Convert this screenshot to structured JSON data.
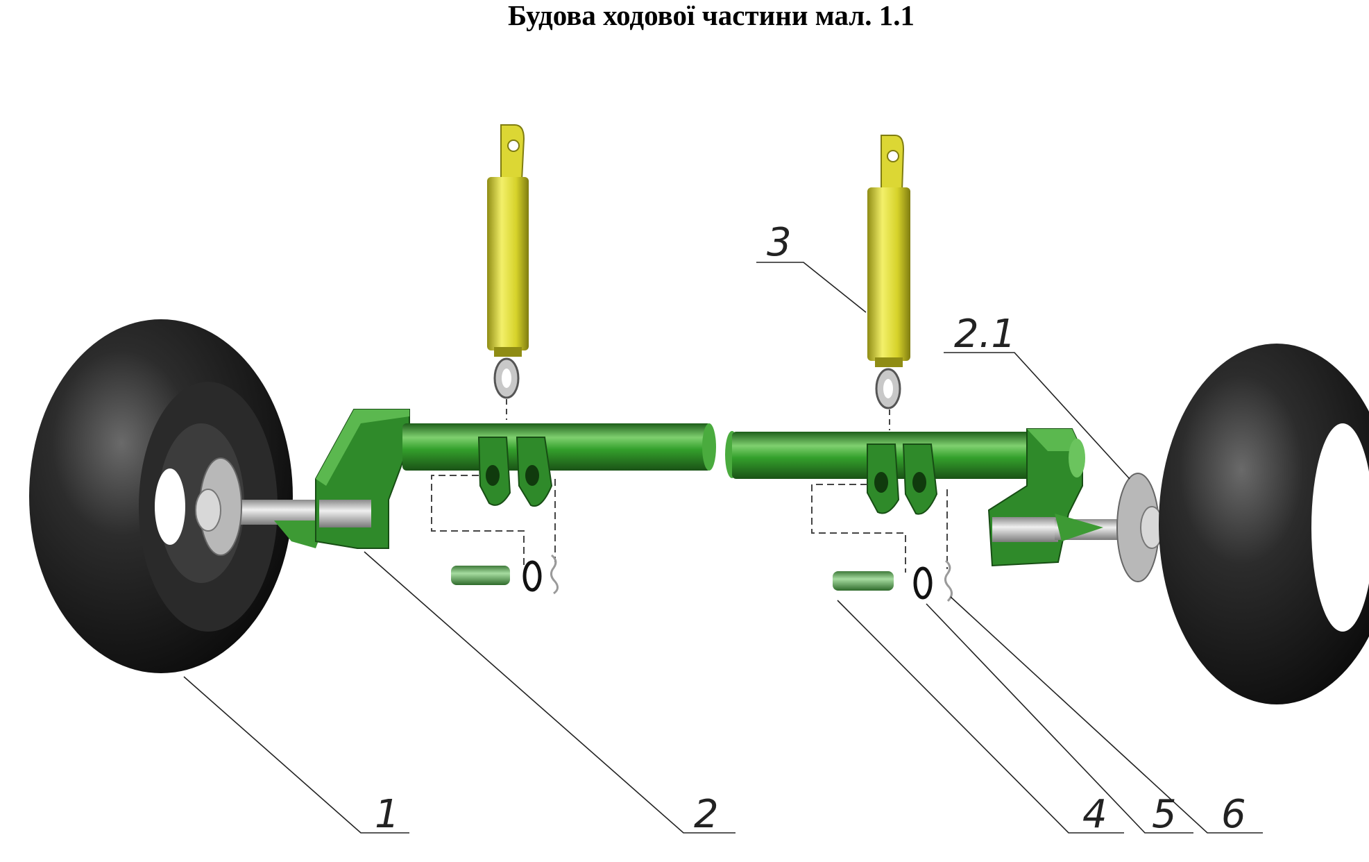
{
  "title": "Будова ходової частини мал. 1.1",
  "callouts": [
    {
      "id": "1",
      "label": "1"
    },
    {
      "id": "2",
      "label": "2"
    },
    {
      "id": "2.1",
      "label": "2.1"
    },
    {
      "id": "3",
      "label": "3"
    },
    {
      "id": "4",
      "label": "4"
    },
    {
      "id": "5",
      "label": "5"
    },
    {
      "id": "6",
      "label": "6"
    }
  ],
  "colors": {
    "frame_green": "#2f8a2a",
    "cylinder_yellow": "#d9d52a",
    "tire_black": "#1a1a1a",
    "hub_grey": "#b8b8b8"
  }
}
